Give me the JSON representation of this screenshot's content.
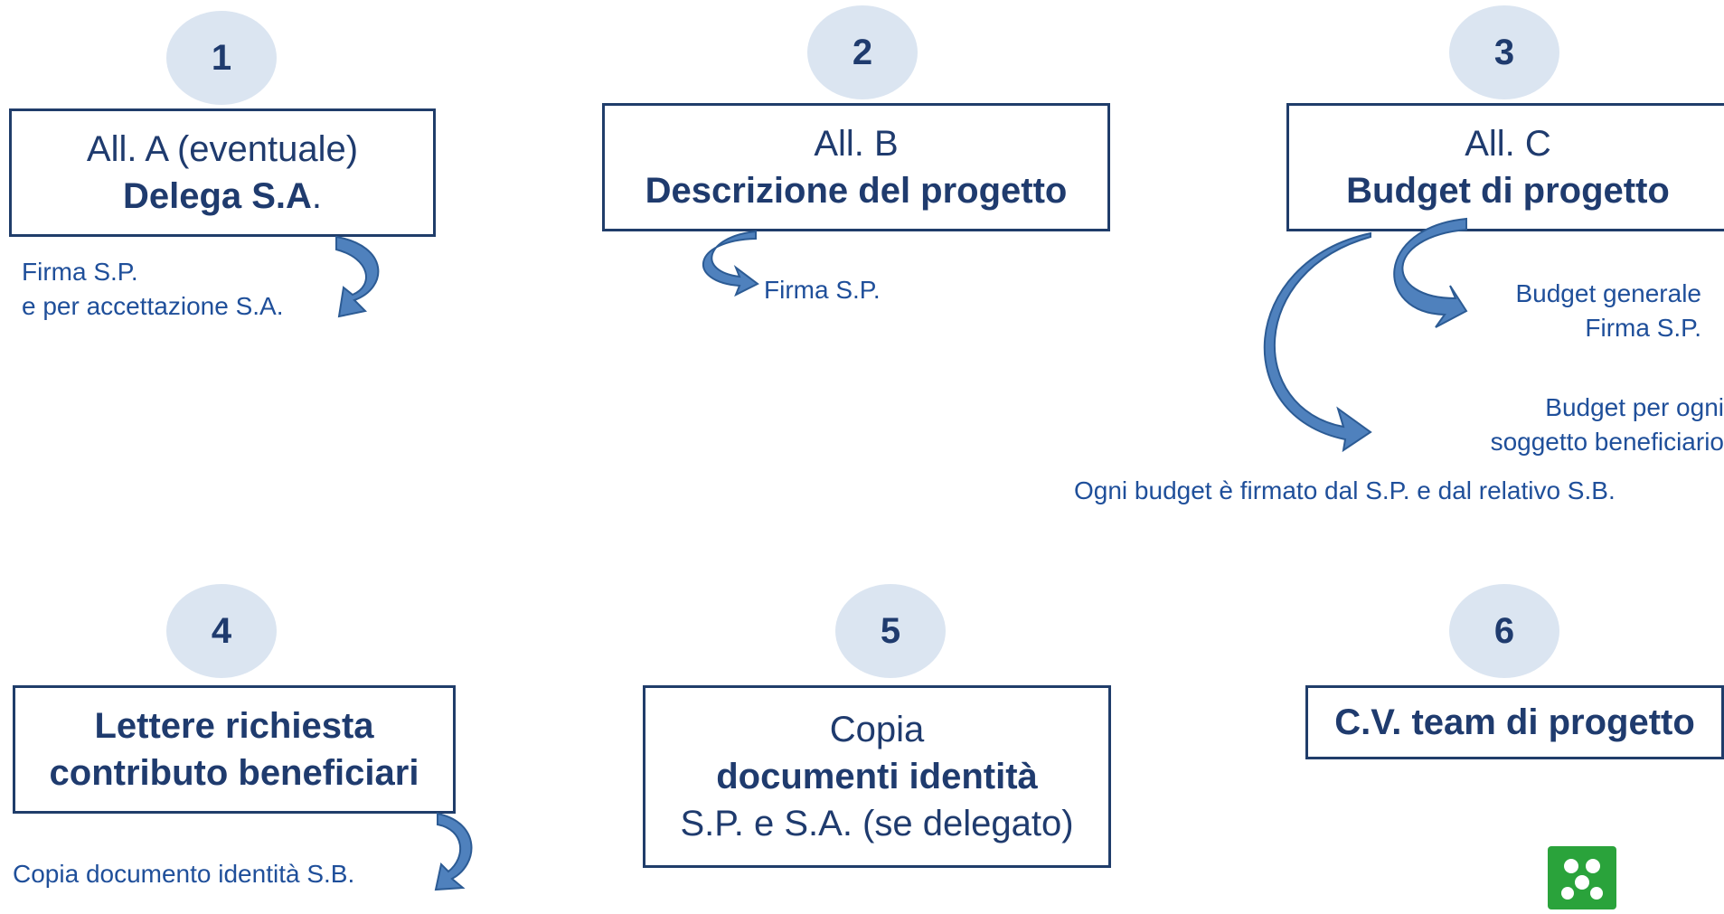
{
  "steps": [
    {
      "number": "1",
      "line1": "All. A (eventuale)",
      "line2_bold": "Delega S.A",
      "line2_tail": "."
    },
    {
      "number": "2",
      "line1": "All. B",
      "line2_bold": "Descrizione del progetto"
    },
    {
      "number": "3",
      "line1": "All. C",
      "line2_bold": "Budget di progetto"
    },
    {
      "number": "4",
      "line1_bold": "Lettere richiesta",
      "line2_bold": "contributo beneficiari"
    },
    {
      "number": "5",
      "line1": "Copia",
      "line2_bold": "documenti identità",
      "line3": "S.P. e S.A. (se delegato)"
    },
    {
      "number": "6",
      "line1_bold": "C.V. team di progetto"
    }
  ],
  "notes": {
    "step1": [
      "Firma S.P.",
      "e per accettazione S.A."
    ],
    "step2": "Firma S.P.",
    "step3_general": [
      "Budget generale",
      "Firma S.P."
    ],
    "step3_each": [
      "Budget per ogni",
      "soggetto beneficiario"
    ],
    "step3_footer": "Ogni budget è firmato dal S.P. e dal relativo S.B.",
    "step4": "Copia documento identità S.B."
  },
  "icons": {
    "arrow": "curved-arrow-icon",
    "logo": "regione-lombardia-logo"
  },
  "colors": {
    "box_border": "#203d6a",
    "circle": "#dbe5f1",
    "arrow_fill": "#4f81bd",
    "arrow_dark": "#2c5b94",
    "text": "#1f3b6e",
    "note_text": "#1f4f9a",
    "logo": "#2aa33b"
  }
}
